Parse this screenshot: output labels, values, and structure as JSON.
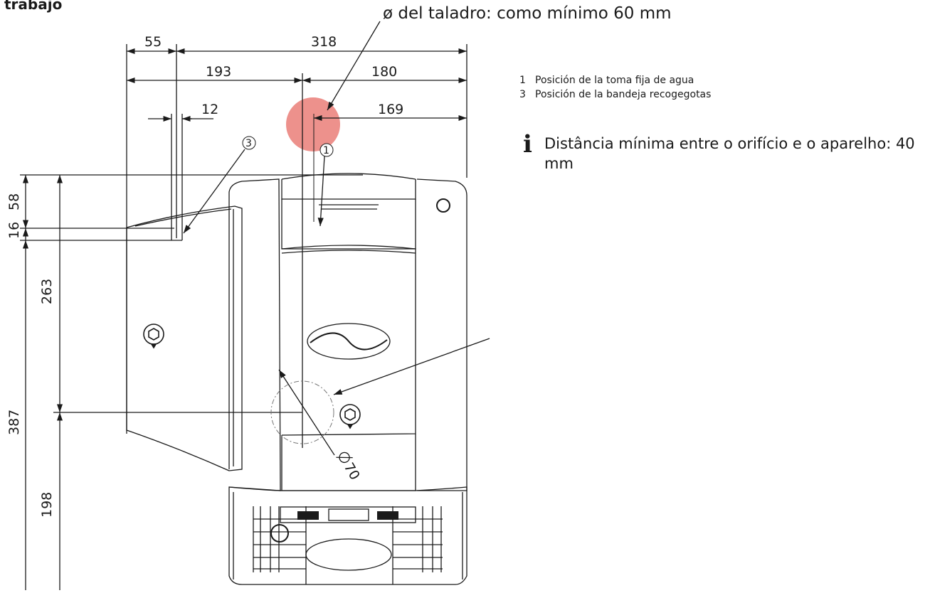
{
  "header": {
    "section_title_fragment": "trabajo",
    "drill_note": "ø del taladro: como mínimo 60 mm"
  },
  "legend": {
    "items": [
      {
        "number": "1",
        "label": "Posición de la toma fija de agua"
      },
      {
        "number": "3",
        "label": "Posición de la bandeja recogegotas"
      }
    ]
  },
  "info": {
    "icon": "info-icon",
    "text": "Distância mínima entre o orifício e o aparelho: 40 mm"
  },
  "dimensions": {
    "top_55": "55",
    "top_318": "318",
    "top_193": "193",
    "top_180": "180",
    "top_12": "12",
    "top_169": "169",
    "left_58": "58",
    "left_16": "16",
    "left_263": "263",
    "left_387": "387",
    "left_198": "198",
    "diameter_70": "70"
  },
  "callouts": {
    "one": "1",
    "three": "3"
  },
  "highlight_color": "#e8766f"
}
